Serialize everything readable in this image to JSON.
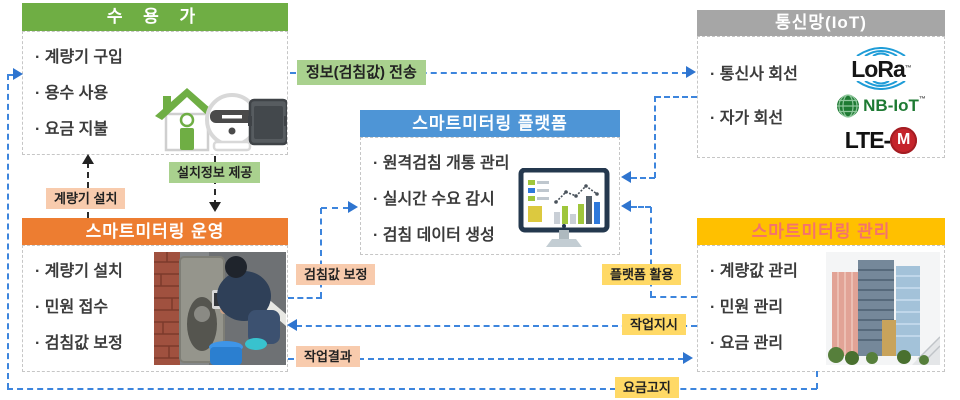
{
  "boxes": {
    "consumer": {
      "title": "수 용 가",
      "items": [
        "계량기 구입",
        "용수 사용",
        "요금 지불"
      ]
    },
    "network": {
      "title": "통신망(IoT)",
      "items": [
        "통신사 회선",
        "자가 회선"
      ],
      "logos": {
        "lora": "LoRa",
        "lora_tm": "™",
        "nbiot": "NB-IoT",
        "nbiot_tm": "™",
        "lte_prefix": "LTE-",
        "lte_m": "M"
      }
    },
    "platform": {
      "title": "스마트미터링 플랫폼",
      "items": [
        "원격검침 개통 관리",
        "실시간 수요 감시",
        "검침 데이터 생성"
      ]
    },
    "operation": {
      "title": "스마트미터링 운영",
      "items": [
        "계량기 설치",
        "민원 접수",
        "검침값 보정"
      ]
    },
    "management": {
      "title": "스마트미터링 관리",
      "items": [
        "계량값 관리",
        "민원 관리",
        "요금 관리"
      ]
    }
  },
  "flow_labels": {
    "info_transfer": "정보(검침값) 전송",
    "install_info": "설치정보 제공",
    "meter_install": "계량기 설치",
    "reading_correction": "검침값 보정",
    "platform_use": "플랫폼 활용",
    "work_order": "작업지시",
    "work_result": "작업결과",
    "bill_notice": "요금고지"
  },
  "colors": {
    "consumer_header": "#6FAE44",
    "network_header": "#A6A6A6",
    "platform_header": "#4E95D6",
    "operation_header": "#ED7D31",
    "management_header": "#FFC000",
    "management_header_text": "#F4726D",
    "label_green": "#A9D18E",
    "label_peach": "#F8CBAD",
    "label_yellow": "#FFD966",
    "arrow_blue": "#3D85DD",
    "arrow_black": "#222222"
  }
}
